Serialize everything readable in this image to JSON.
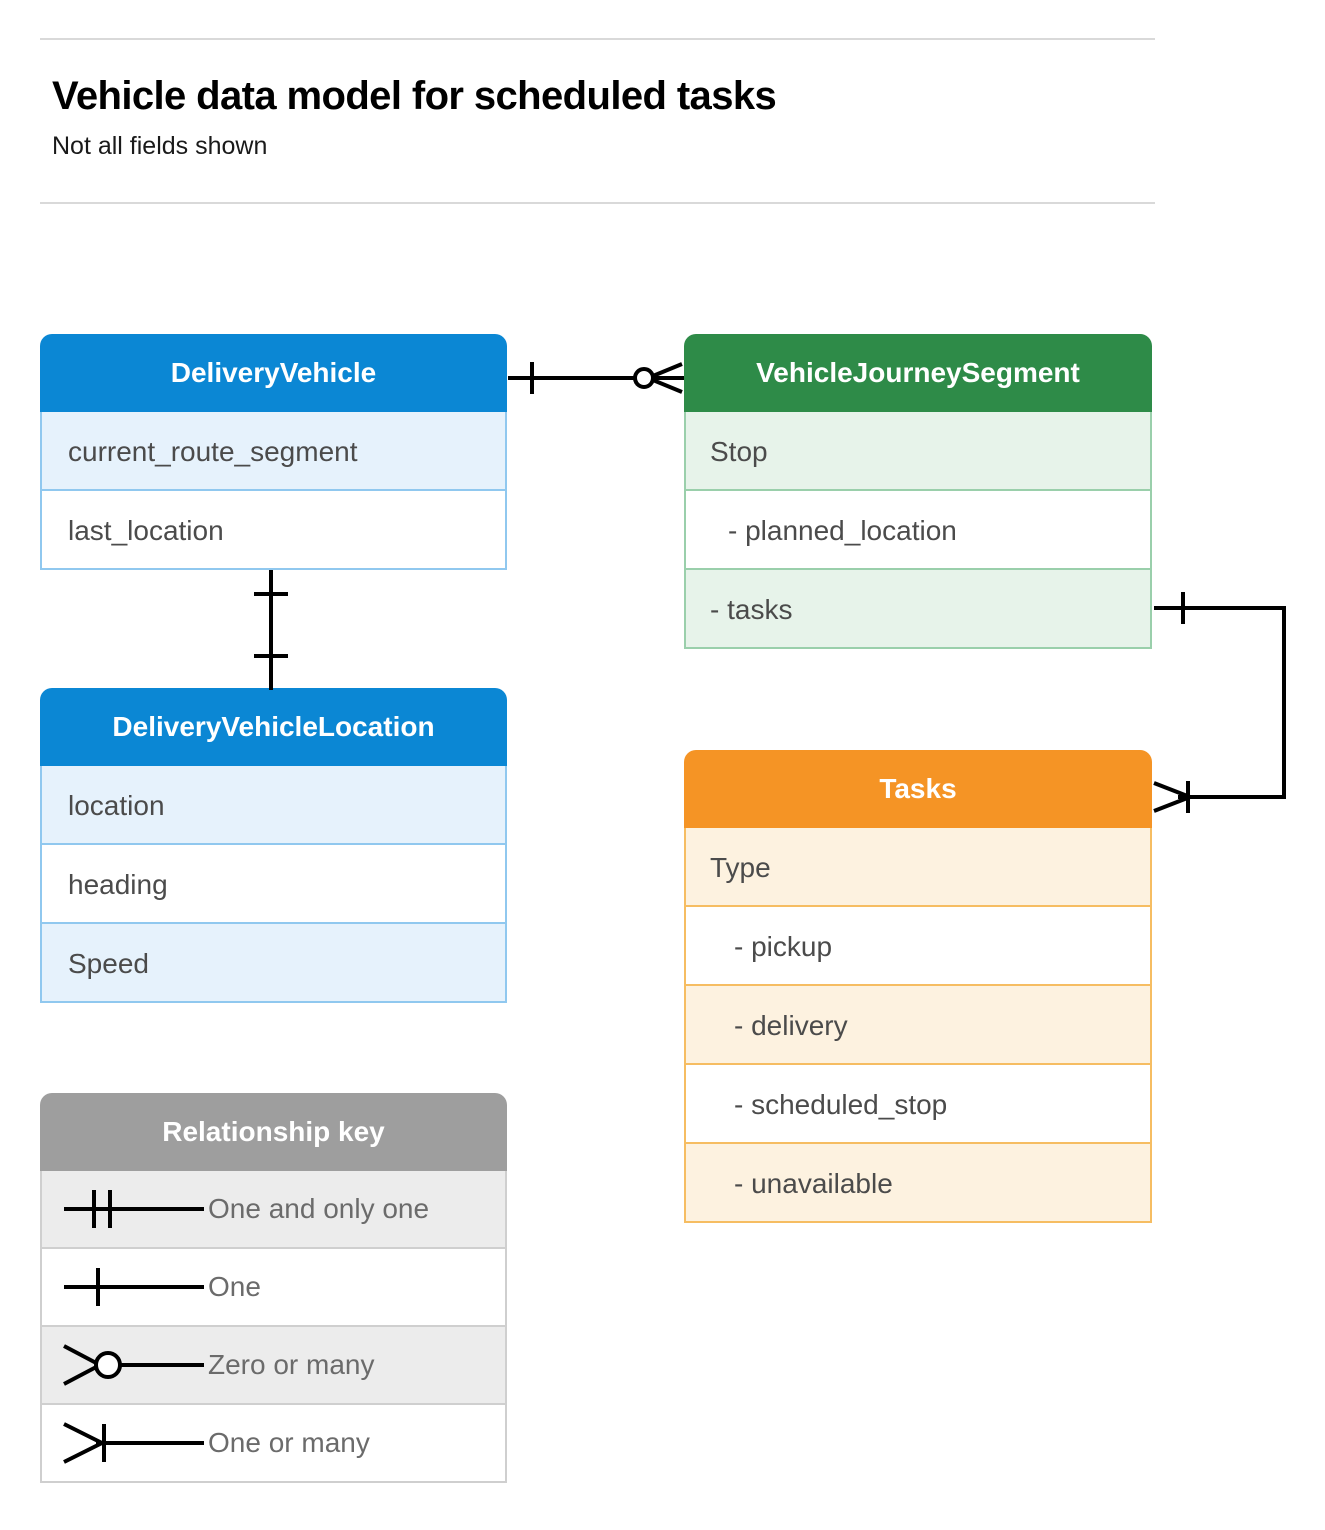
{
  "header": {
    "title": "Vehicle data model for scheduled tasks",
    "subtitle": "Not all fields shown"
  },
  "colors": {
    "blue_header": "#0b87d4",
    "blue_row_alt": "#e6f2fc",
    "blue_border": "#90c8ef",
    "green_header": "#2e8b48",
    "green_row_alt": "#e7f3ea",
    "green_border": "#9acfab",
    "orange_header": "#f59425",
    "orange_row_alt": "#fdf2e0",
    "orange_border": "#f6bd62",
    "gray_header": "#9e9e9e",
    "gray_row_alt": "#ececec",
    "gray_border": "#cfcfcf",
    "connector": "#000000",
    "rule": "#d9d9d9"
  },
  "entities": {
    "delivery_vehicle": {
      "title": "DeliveryVehicle",
      "rows": [
        {
          "label": "current_route_segment"
        },
        {
          "label": "last_location"
        }
      ]
    },
    "delivery_vehicle_location": {
      "title": "DeliveryVehicleLocation",
      "rows": [
        {
          "label": "location"
        },
        {
          "label": "heading"
        },
        {
          "label": "Speed"
        }
      ]
    },
    "vehicle_journey_segment": {
      "title": "VehicleJourneySegment",
      "rows": [
        {
          "label": "Stop"
        },
        {
          "label": "-  planned_location"
        },
        {
          "label": "- tasks"
        }
      ]
    },
    "tasks": {
      "title": "Tasks",
      "rows": [
        {
          "label": "Type"
        },
        {
          "label": "-  pickup"
        },
        {
          "label": "-  delivery"
        },
        {
          "label": "-  scheduled_stop"
        },
        {
          "label": "-  unavailable"
        }
      ]
    }
  },
  "relationship_key": {
    "title": "Relationship key",
    "items": [
      {
        "symbol": "one-and-only-one-icon",
        "label": "One and only one"
      },
      {
        "symbol": "one-icon",
        "label": "One"
      },
      {
        "symbol": "zero-or-many-icon",
        "label": "Zero or many"
      },
      {
        "symbol": "one-or-many-icon",
        "label": "One or many"
      }
    ]
  },
  "relationships": [
    {
      "from": "DeliveryVehicle",
      "to": "VehicleJourneySegment",
      "from_cardinality": "One",
      "to_cardinality": "Zero or many"
    },
    {
      "from": "DeliveryVehicle",
      "to": "DeliveryVehicleLocation",
      "from_cardinality": "One",
      "to_cardinality": "One"
    },
    {
      "from": "VehicleJourneySegment.tasks",
      "to": "Tasks",
      "from_cardinality": "One",
      "to_cardinality": "One or many"
    }
  ]
}
